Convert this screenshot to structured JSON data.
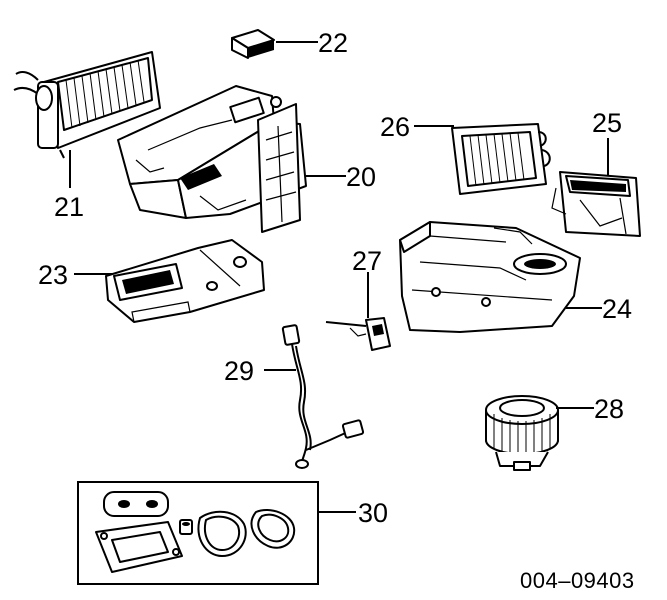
{
  "callouts": {
    "p20": "20",
    "p21": "21",
    "p22": "22",
    "p23": "23",
    "p24": "24",
    "p25": "25",
    "p26": "26",
    "p27": "27",
    "p28": "28",
    "p29": "29",
    "p30": "30"
  },
  "document_id": "004–09403"
}
